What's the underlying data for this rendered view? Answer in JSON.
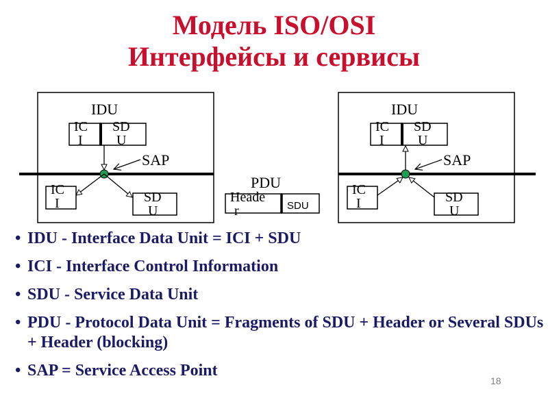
{
  "title": {
    "line1": "Модель ISO/OSI",
    "line2": "Интерфейсы и сервисы"
  },
  "diagram": {
    "left_panel": {
      "idu": "IDU",
      "ici_top": "IC I",
      "sdu_top": "SD U",
      "sap": "SAP",
      "ici_bottom": "IC I",
      "sdu_bottom": "SD U"
    },
    "pdu": {
      "label": "PDU",
      "header": "Heade r",
      "sdu": "SDU"
    },
    "right_panel": {
      "idu": "IDU",
      "ici_top": "IC I",
      "sdu_top": "SD U",
      "sap": "SAP",
      "ici_bottom": "IC I",
      "sdu_bottom": "SD U"
    }
  },
  "bullets": [
    "IDU - Interface Data Unit = ICI + SDU",
    "ICI  - Interface Control Information",
    "SDU - Service Data Unit",
    "PDU - Protocol Data Unit = Fragments of SDU + Header or Several SDUs + Header (blocking)",
    "SAP = Service Access Point"
  ],
  "slide_number": "18",
  "colors": {
    "title": "#c8102e",
    "bullets": "#1a1a66",
    "sap_dot": "#1f9d55"
  }
}
